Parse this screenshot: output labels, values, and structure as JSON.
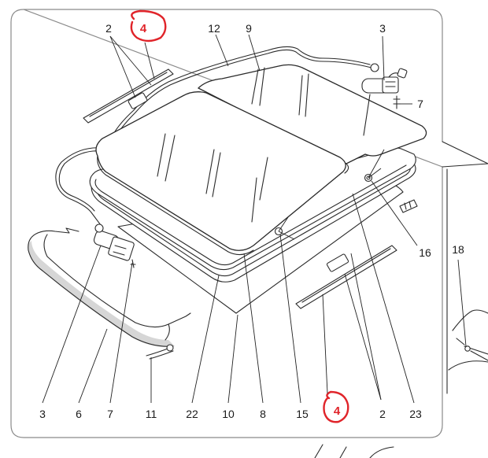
{
  "callouts_top": {
    "c2": "2",
    "c4": "4",
    "c12": "12",
    "c9": "9",
    "c3": "3",
    "c7": "7",
    "c16": "16",
    "c18": "18"
  },
  "callouts_bottom": {
    "c3": "3",
    "c6": "6",
    "c7": "7",
    "c11": "11",
    "c22": "22",
    "c10": "10",
    "c8": "8",
    "c15": "15",
    "c4": "4",
    "c2": "2",
    "c23": "23"
  },
  "colors": {
    "frame": "#8a8a8a",
    "line": "#2a2a2a",
    "annotation_red": "#e0242a",
    "shade": "#d6d6d6"
  }
}
